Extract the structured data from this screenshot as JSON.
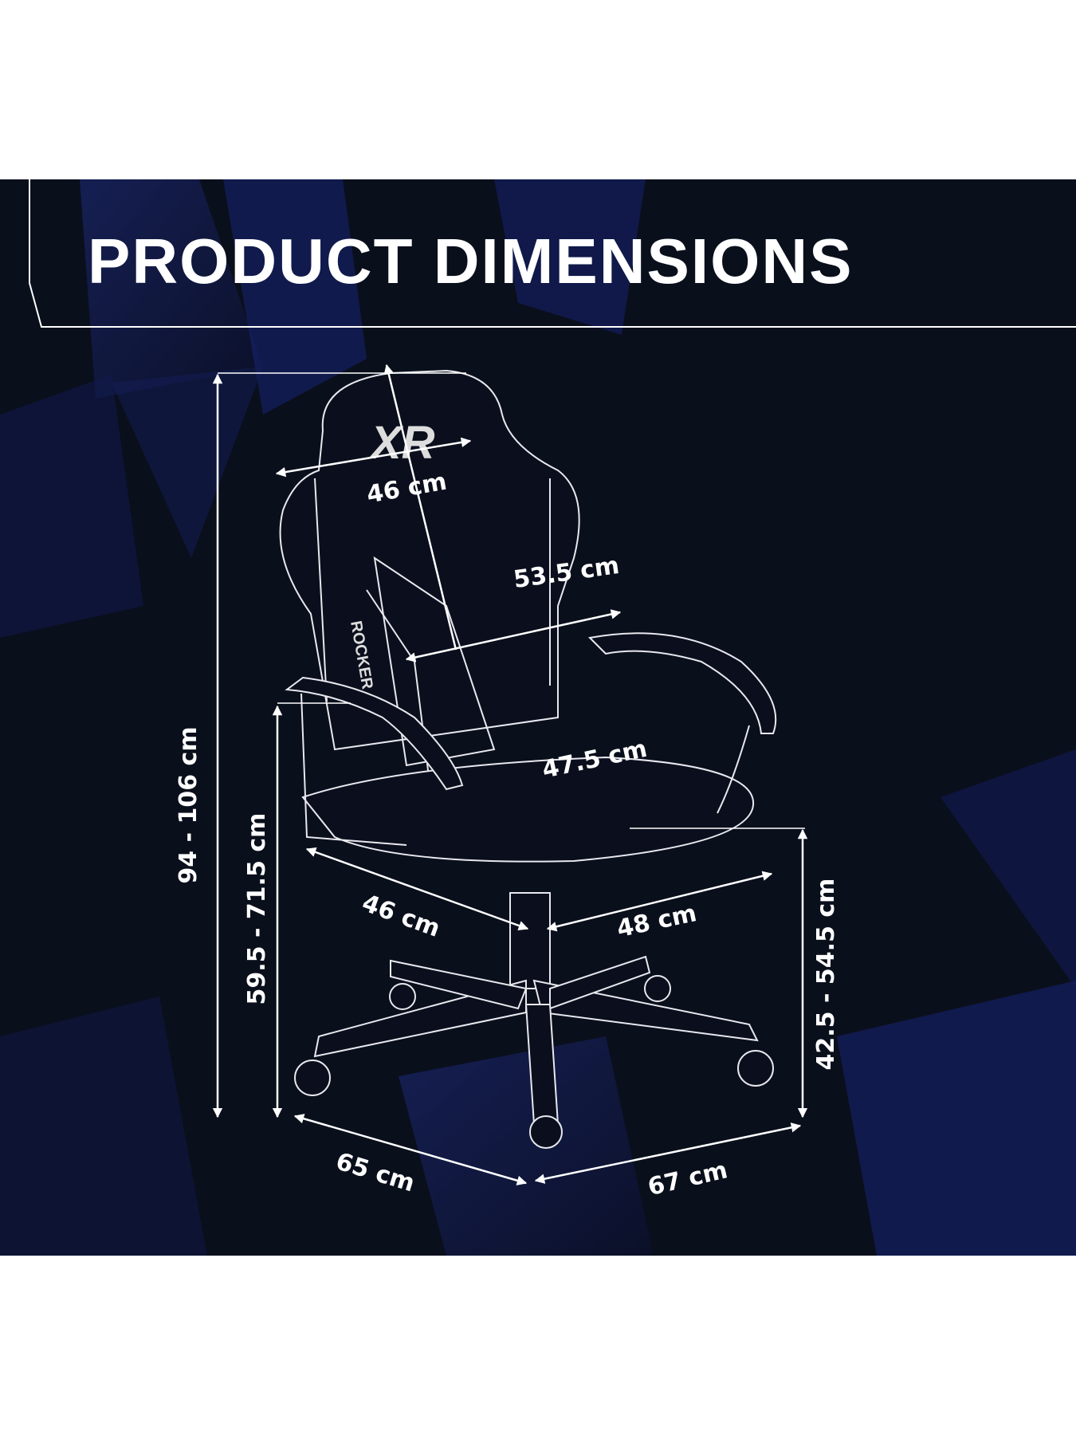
{
  "title": "PRODUCT DIMENSIONS",
  "colors": {
    "background": "#0a0f1c",
    "accent_blue": "#1c2a8a",
    "line": "#ffffff"
  },
  "logo_text": "XR",
  "side_brand_text": "ROCKER",
  "dimensions": {
    "overall_height": "94 - 106 cm",
    "armrest_height": "59.5 - 71.5 cm",
    "seat_height": "42.5 - 54.5 cm",
    "backrest_width": "46 cm",
    "backrest_height": "53.5 cm",
    "seat_width": "47.5 cm",
    "seat_depth": "46 cm",
    "seat_outer_width": "48 cm",
    "base_depth": "65 cm",
    "base_width": "67 cm"
  }
}
